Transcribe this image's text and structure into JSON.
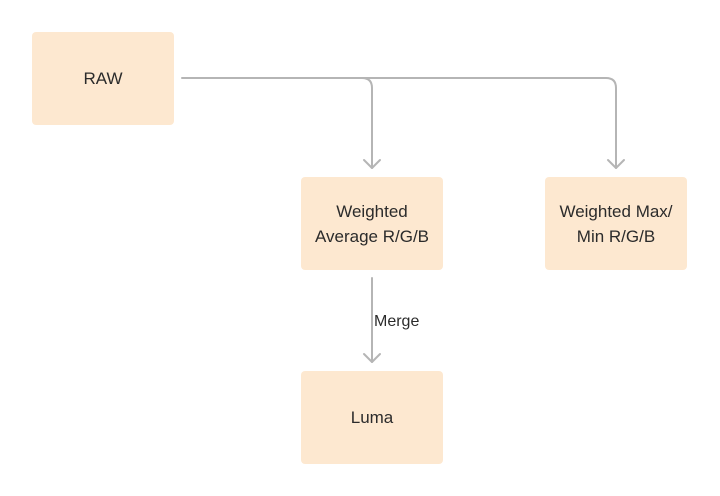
{
  "diagram": {
    "nodes": {
      "raw": {
        "label": "RAW"
      },
      "weighted_average": {
        "label": "Weighted\nAverage R/G/B"
      },
      "weighted_maxmin": {
        "label": "Weighted Max/\nMin R/G/B"
      },
      "luma": {
        "label": "Luma"
      }
    },
    "edges": {
      "merge": {
        "label": "Merge"
      }
    },
    "colors": {
      "node_fill": "#fde8d0",
      "connector": "#b5b5b5",
      "text": "#2b2b2b"
    }
  }
}
